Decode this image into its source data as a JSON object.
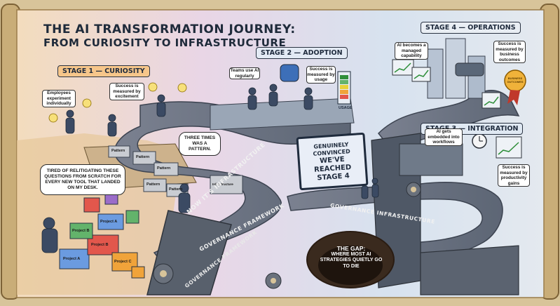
{
  "title": {
    "line1": "THE AI TRANSFORMATION JOURNEY:",
    "line2": "FROM CURIOSITY TO INFRASTRUCTURE"
  },
  "stages": {
    "stage1": "STAGE 1 — CURIOSITY",
    "stage2": "STAGE 2 — ADOPTION",
    "stage3": "STAGE 3 — INTEGRATION",
    "stage4": "STAGE 4 — OPERATIONS"
  },
  "notes": {
    "employees": "Employees experiment individually",
    "excitement": "Success is measured by excitement",
    "teams": "Teams use AI regularly",
    "usage_metric": "Success is measured by usage",
    "usage_label": "USAGE",
    "embedded": "AI gets embedded into workflows",
    "productivity": "Success is measured by productivity gains",
    "managed": "AI becomes a managed capability",
    "outcomes": "Success is measured by business outcomes",
    "badge": "BUSINESS OUTCOMES"
  },
  "bubbles": {
    "relitigating": "TIRED OF RELITIGATING THESE QUESTIONS FROM SCRATCH FOR EVERY NEW TOOL THAT LANDED ON MY DESK.",
    "three_times": "THREE TIMES WAS A PATTERN."
  },
  "boxes": {
    "pattern": "Pattern",
    "infrastructure": "Infrastructure",
    "project_a": "Project A",
    "project_b": "Project B",
    "project_c": "Project C"
  },
  "road": {
    "now_infra": "NOW IT'S INFRASTRUCTURE",
    "gov_framework_road": "GOVERNANCE FRAMEWORK",
    "gov_framework_wall": "GOVERNANCE FRAMEWORK",
    "gov_infrastructure": "GOVERNANCE INFRASTRUCTURE"
  },
  "billboard": {
    "line1": "GENUINELY CONVINCED",
    "line2": "WE'VE REACHED",
    "line3": "STAGE 4"
  },
  "gap": {
    "title": "THE GAP:",
    "text": "WHERE MOST AI STRATEGIES QUIETLY GO TO DIE"
  },
  "colors": {
    "parchment": "#efe3c4",
    "stage1_bg": "#f6c68a",
    "road": "#6f7887",
    "ink": "#1f2b3d"
  }
}
